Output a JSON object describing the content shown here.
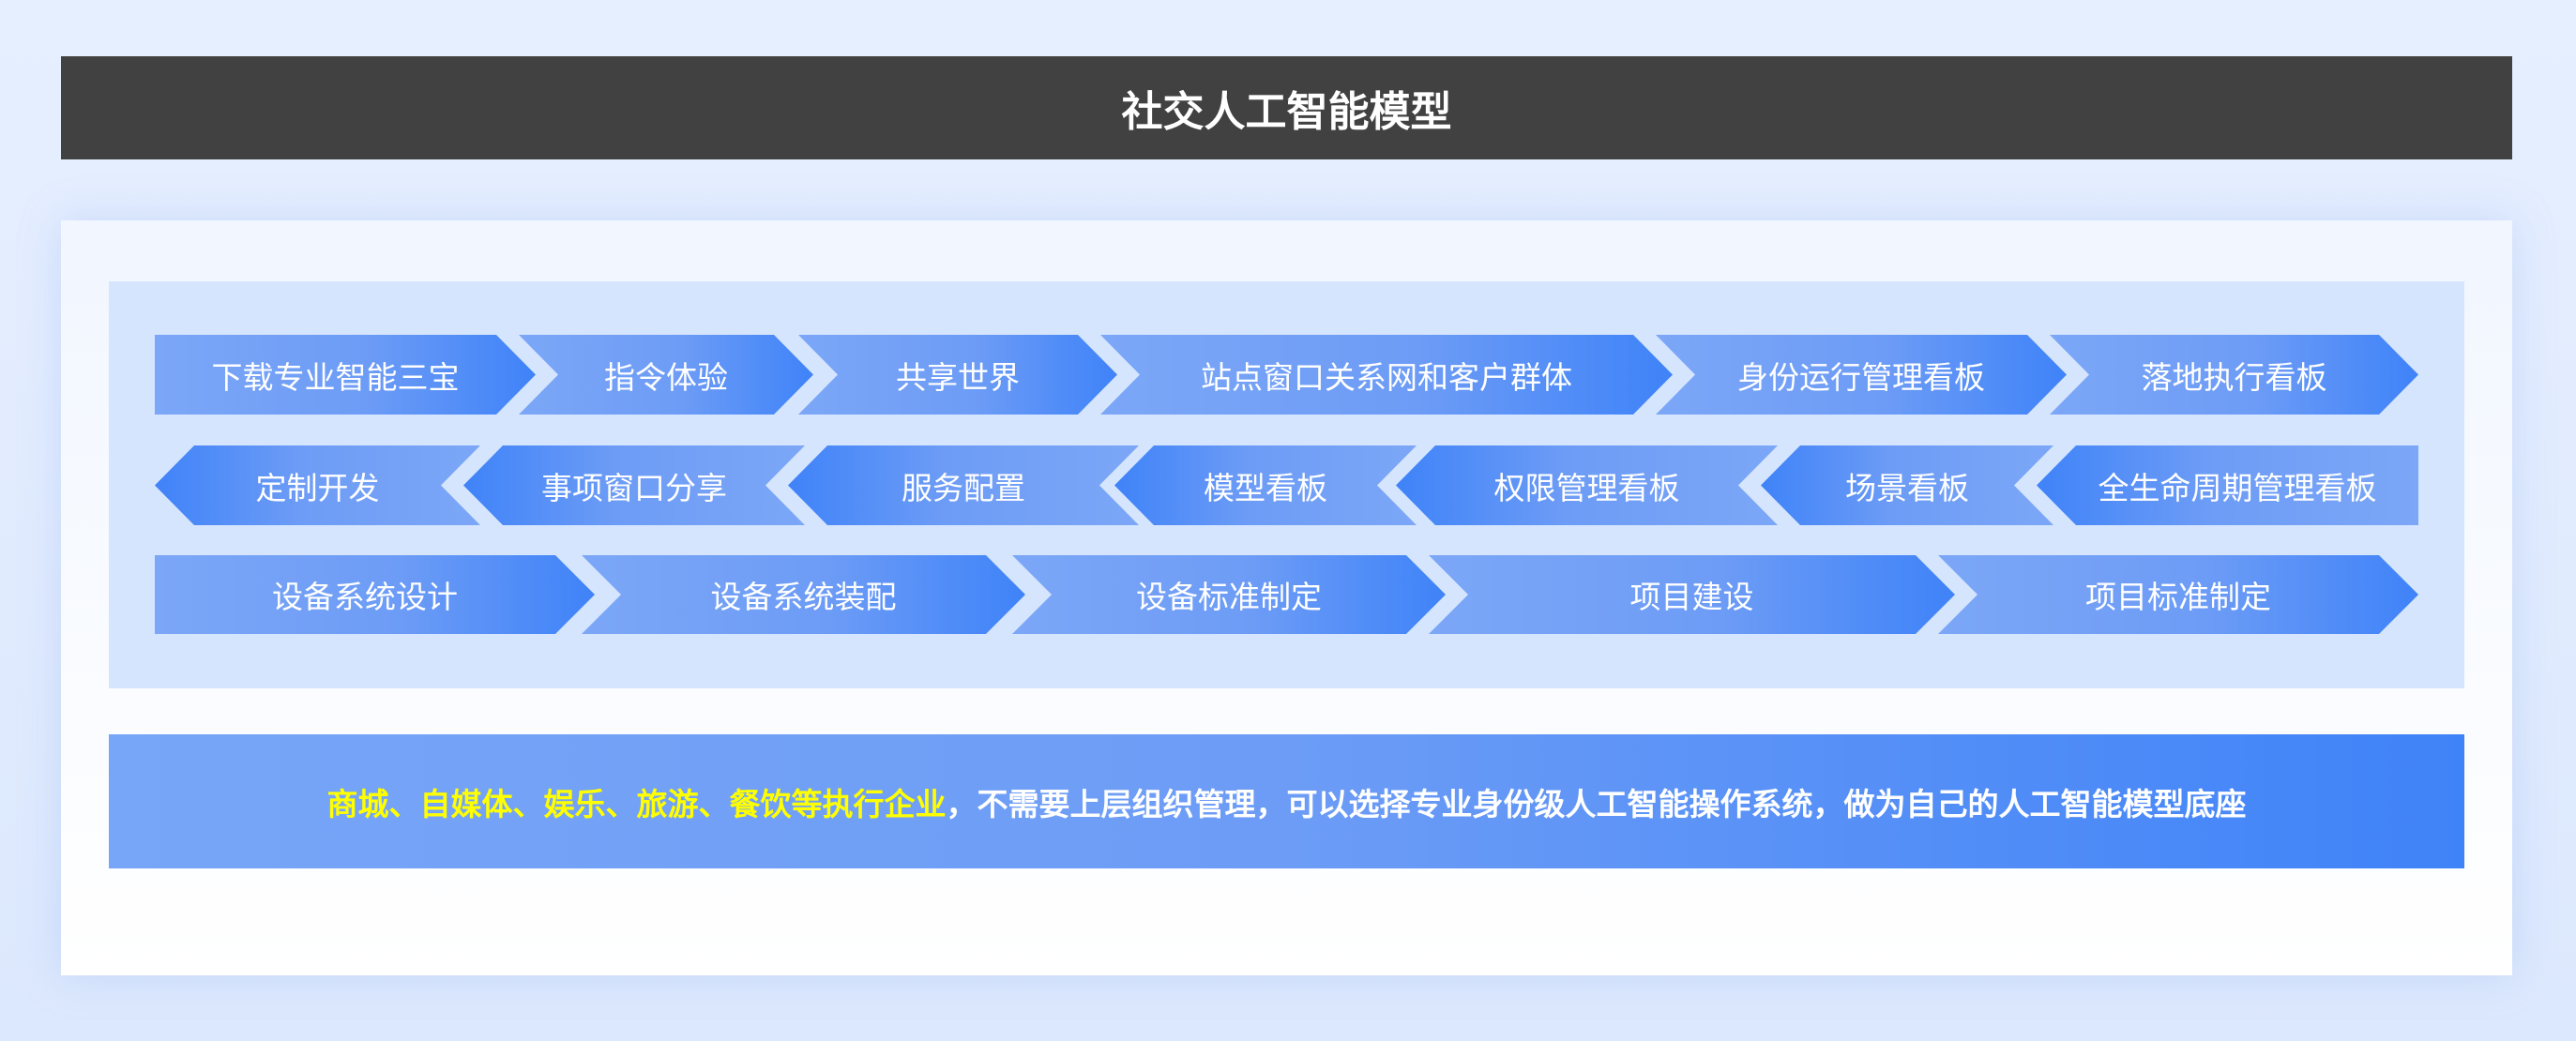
{
  "title": "社交人工智能模型",
  "rows": [
    {
      "direction": "right",
      "items": [
        "下载专业智能三宝",
        "指令体验",
        "共享世界",
        "站点窗口关系网和客户群体",
        "身份运行管理看板",
        "落地执行看板"
      ]
    },
    {
      "direction": "left",
      "items": [
        "定制开发",
        "事项窗口分享",
        "服务配置",
        "模型看板",
        "权限管理看板",
        "场景看板",
        "全生命周期管理看板"
      ]
    },
    {
      "direction": "right",
      "items": [
        "设备系统设计",
        "设备系统装配",
        "设备标准制定",
        "项目建设",
        "项目标准制定"
      ]
    }
  ],
  "banner": {
    "highlight": "商城、自媒体、娱乐、旅游、餐饮等执行企业",
    "text": "，不需要上层组织管理，可以选择专业身份级人工智能操作系统，做为自己的人工智能模型底座"
  },
  "colors": {
    "highlight": "#ffff00",
    "accent": "#3f83f8",
    "title_bg": "#414141"
  }
}
